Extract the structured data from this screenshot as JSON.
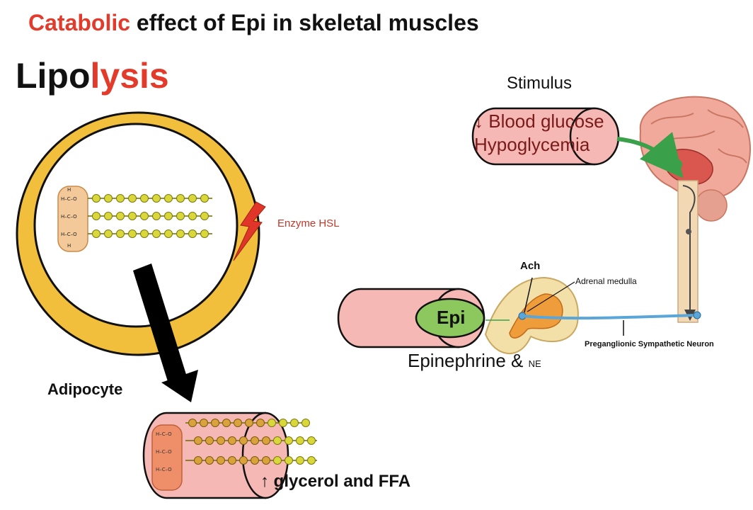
{
  "title": {
    "prefix": "Catabolic",
    "rest": " effect of Epi in skeletal muscles"
  },
  "heading": {
    "prefix": "Lipo",
    "suffix": "lysis"
  },
  "labels": {
    "stimulus": "Stimulus",
    "blood_glucose": "↓ Blood glucose",
    "hypoglycemia": "Hypoglycemia",
    "enzyme": "Enzyme HSL",
    "adipocyte": "Adipocyte",
    "ach": "Ach",
    "adrenal_medulla": "Adrenal medulla",
    "preganglionic": "Preganglionic Sympathetic Neuron",
    "epi": "Epi",
    "epinephrine": "Epinephrine & ",
    "ne": "NE",
    "glycerol": "↑ glycerol and FFA"
  },
  "colors": {
    "accent_red": "#e33b2b",
    "adipocyte_ring": "#f2bf3c",
    "vessel_pink": "#f6b8b4",
    "epi_green": "#8dc85e",
    "fatty_acid": "#d9d73a",
    "neuron_blue": "#5aa6d8"
  },
  "icons": [
    "brain-icon",
    "adrenal-gland-icon",
    "lightning-icon",
    "triglyceride-icon"
  ]
}
